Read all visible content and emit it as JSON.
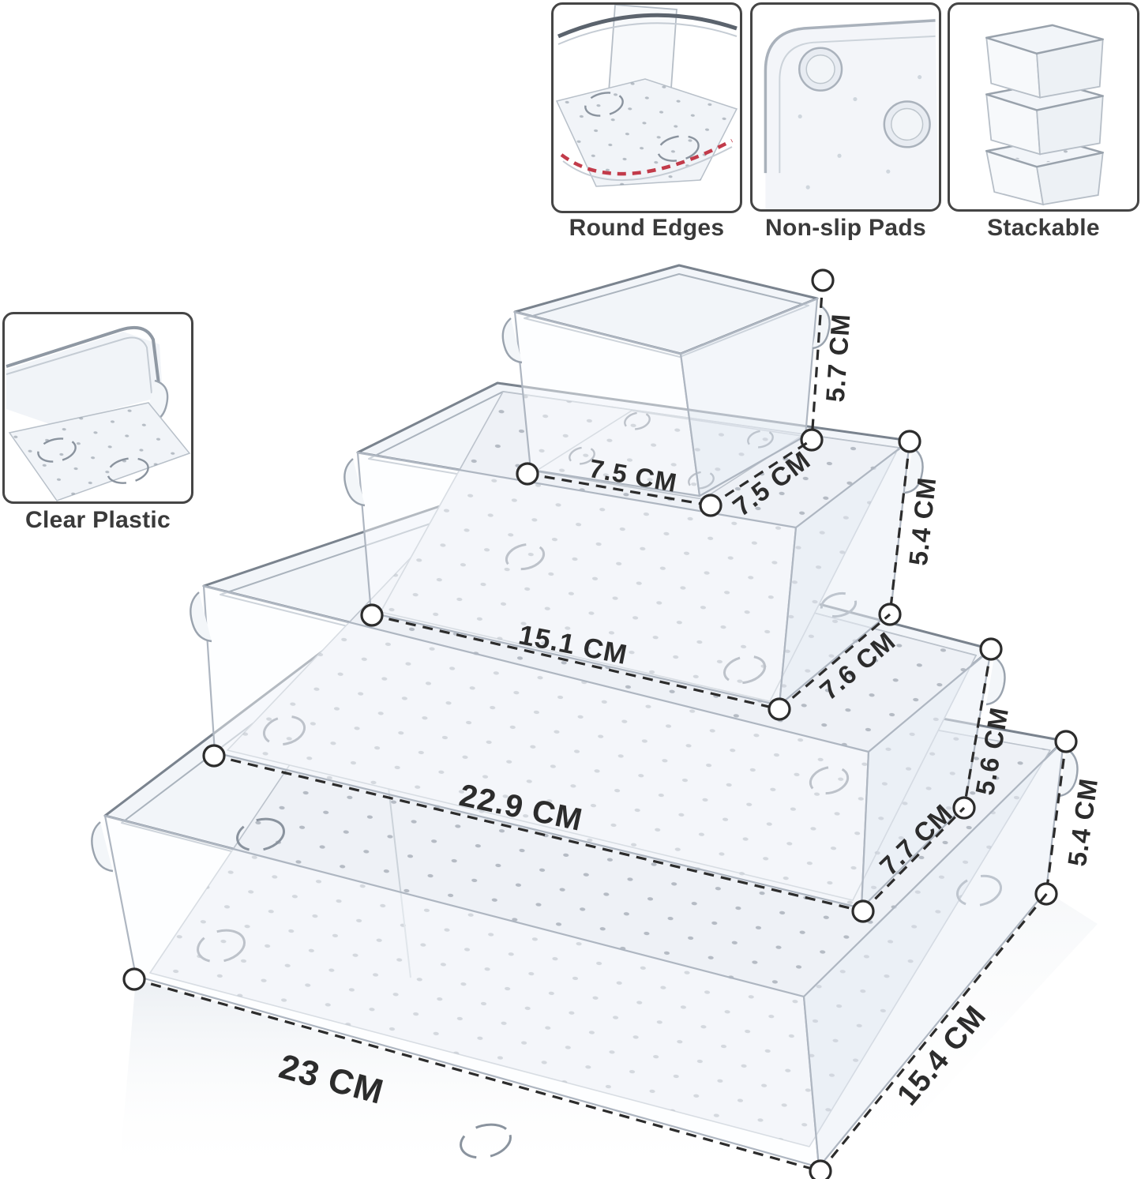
{
  "features": [
    {
      "id": "round-edges",
      "label": "Round Edges"
    },
    {
      "id": "non-slip-pads",
      "label": "Non-slip Pads"
    },
    {
      "id": "stackable",
      "label": "Stackable"
    }
  ],
  "material_callout": {
    "label": "Clear Plastic"
  },
  "dimensions": {
    "tier1_small_square": {
      "height": "5.7 CM",
      "width": "7.5 CM",
      "depth": "7.5 CM"
    },
    "tier2_medium": {
      "height": "5.4 CM",
      "width": "15.1 CM",
      "depth": "7.6 CM"
    },
    "tier3_large": {
      "height": "5.6 CM",
      "width": "22.9 CM",
      "depth": "7.7 CM"
    },
    "tier4_base": {
      "height": "5.4 CM",
      "width": "23 CM",
      "depth": "15.4 CM"
    }
  },
  "colors": {
    "annotation": "#2c2c2c",
    "accent_red": "#c23b4a",
    "frame_border": "#454545",
    "label_text": "#3a3a3a",
    "line_art": "#8d96a1",
    "background": "#ffffff"
  }
}
